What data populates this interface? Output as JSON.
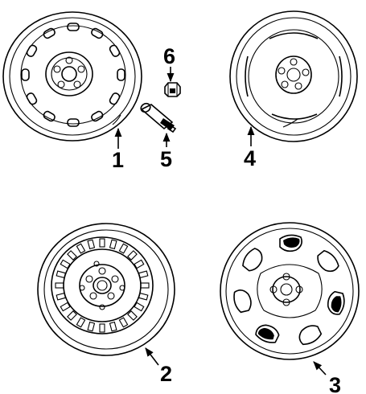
{
  "callouts": {
    "1": "1",
    "2": "2",
    "3": "3",
    "4": "4",
    "5": "5",
    "6": "6"
  }
}
